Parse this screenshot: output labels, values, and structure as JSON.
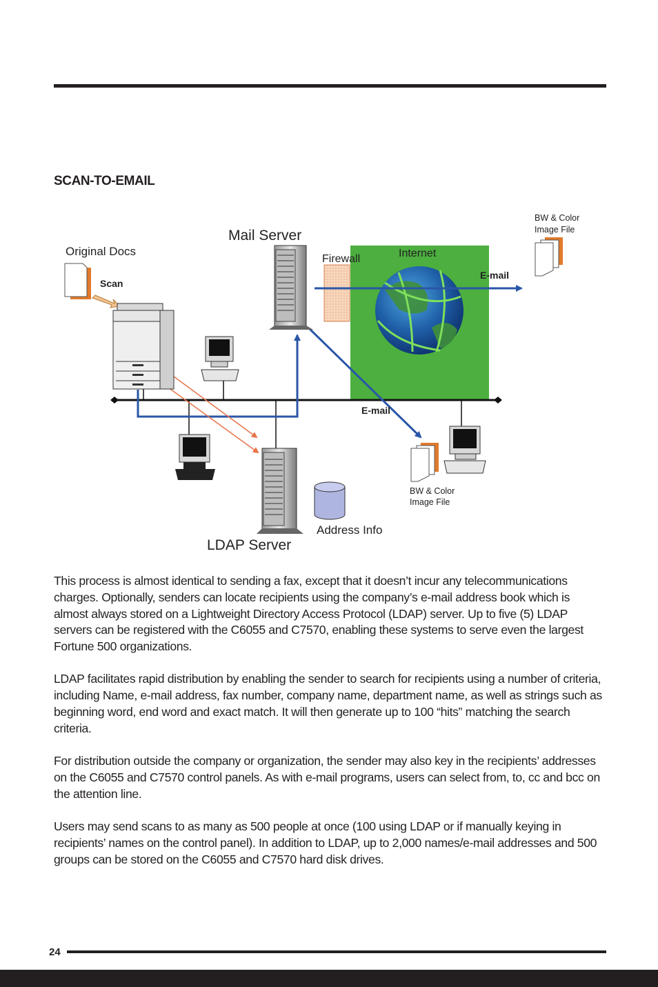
{
  "page": {
    "section_heading": "SCAN-TO-EMAIL",
    "page_number": "24"
  },
  "diagram": {
    "labels": {
      "original_docs": "Original Docs",
      "scan": "Scan",
      "mail_server": "Mail Server",
      "firewall": "Firewall",
      "internet": "Internet",
      "email_out": "E-mail",
      "email_in": "E-mail",
      "file_top_line1": "BW & Color",
      "file_top_line2": "Image File",
      "file_bottom_line1": "BW & Color",
      "file_bottom_line2": "Image File",
      "address_info": "Address Info",
      "ldap_server": "LDAP Server"
    },
    "colors": {
      "internet_zone": "#4caf3f",
      "firewall": "#f4c9a8",
      "flow_arrow": "#2a56a8",
      "ldap_arrow": "#e8734a",
      "database": "#aeb6e0",
      "document_accent": "#e07a2c"
    }
  },
  "body": {
    "paragraphs": [
      "This process is almost identical to sending a fax, except that it doesn’t incur any telecommunications charges. Optionally, senders can locate recipients using the company’s e-mail address book which is almost always stored on a Lightweight Directory Access Protocol (LDAP) server. Up to five (5) LDAP servers can be registered with the C6055 and C7570, enabling these systems to serve even the largest Fortune 500 organizations.",
      "LDAP facilitates rapid distribution by enabling the sender to search for recipients using a number of criteria, including Name, e-mail address, fax number, company name, department name, as well as strings such as beginning word, end word and exact match. It will then generate up to 100 “hits” matching the search criteria.",
      "For distribution outside the company or organization, the sender may also key in the recipients’ addresses on the C6055 and C7570 control panels. As with e-mail programs, users can select from, to, cc and bcc on the attention line.",
      "Users may send scans to as many as 500 people at once (100 using LDAP or if manually keying in recipients’ names on the control panel). In addition to LDAP, up to 2,000 names/e-mail addresses and 500 groups can be stored on the C6055 and C7570 hard disk drives."
    ]
  }
}
